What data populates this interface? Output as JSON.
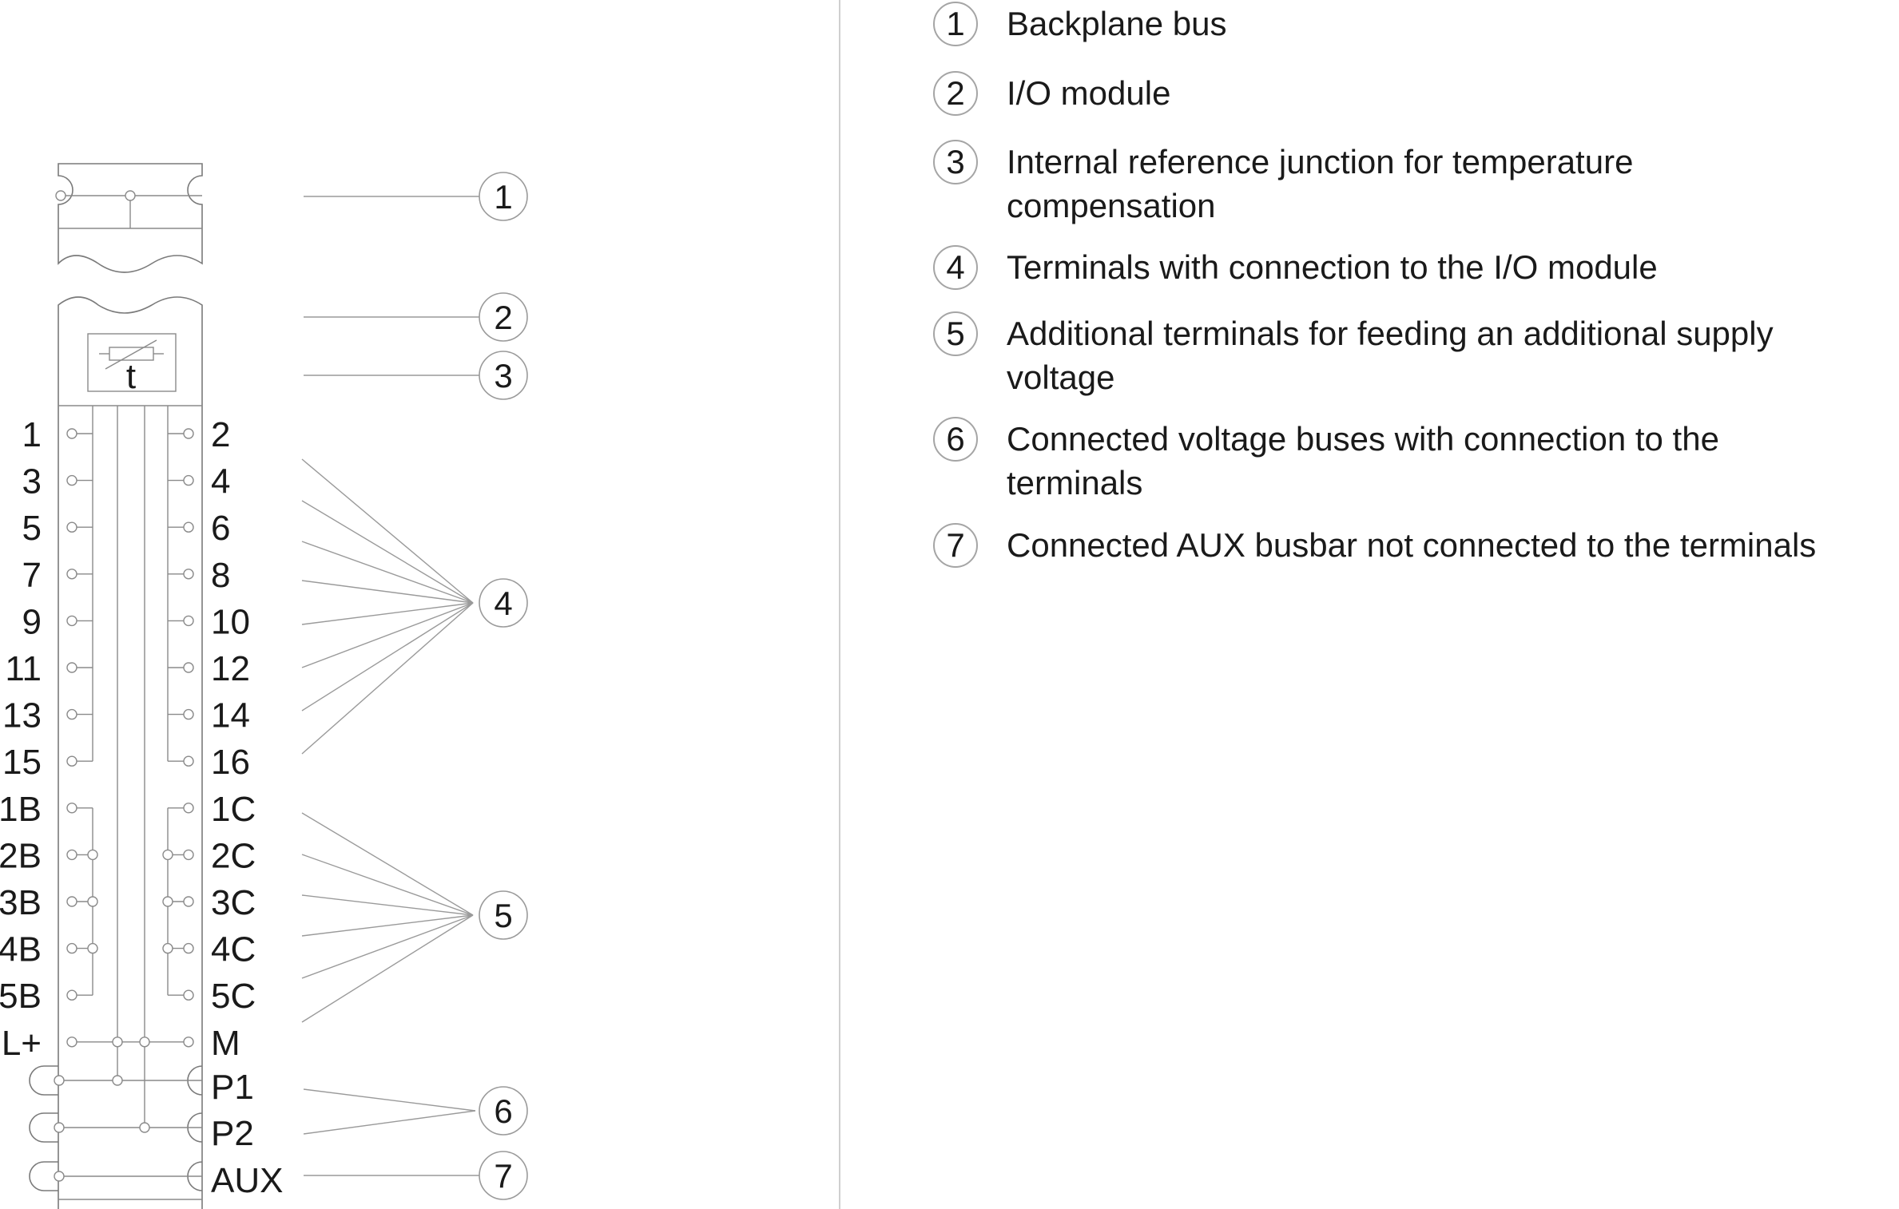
{
  "diagram": {
    "sensor_symbol_label": "t",
    "terminals_left": [
      "1",
      "3",
      "5",
      "7",
      "9",
      "11",
      "13",
      "15",
      "1B",
      "2B",
      "3B",
      "4B",
      "5B",
      "L+"
    ],
    "terminals_right": [
      "2",
      "4",
      "6",
      "8",
      "10",
      "12",
      "14",
      "16",
      "1C",
      "2C",
      "3C",
      "4C",
      "5C",
      "M"
    ],
    "bus_labels": [
      "P1",
      "P2",
      "AUX"
    ],
    "callouts": [
      "1",
      "2",
      "3",
      "4",
      "5",
      "6",
      "7"
    ]
  },
  "legend": [
    {
      "num": "1",
      "text": "Backplane bus"
    },
    {
      "num": "2",
      "text": "I/O module"
    },
    {
      "num": "3",
      "lines": [
        "Internal reference junction for temperature",
        "compensation"
      ]
    },
    {
      "num": "4",
      "text": "Terminals with connection to the I/O module"
    },
    {
      "num": "5",
      "lines": [
        "Additional terminals for feeding an additional supply",
        "voltage"
      ]
    },
    {
      "num": "6",
      "lines": [
        "Connected voltage buses with connection to the",
        "terminals"
      ]
    },
    {
      "num": "7",
      "text": "Connected AUX busbar not connected to the terminals"
    }
  ],
  "colors": {
    "line": "#8a8a8a",
    "text": "#1a1a1a",
    "divider": "#cfcfcf"
  }
}
